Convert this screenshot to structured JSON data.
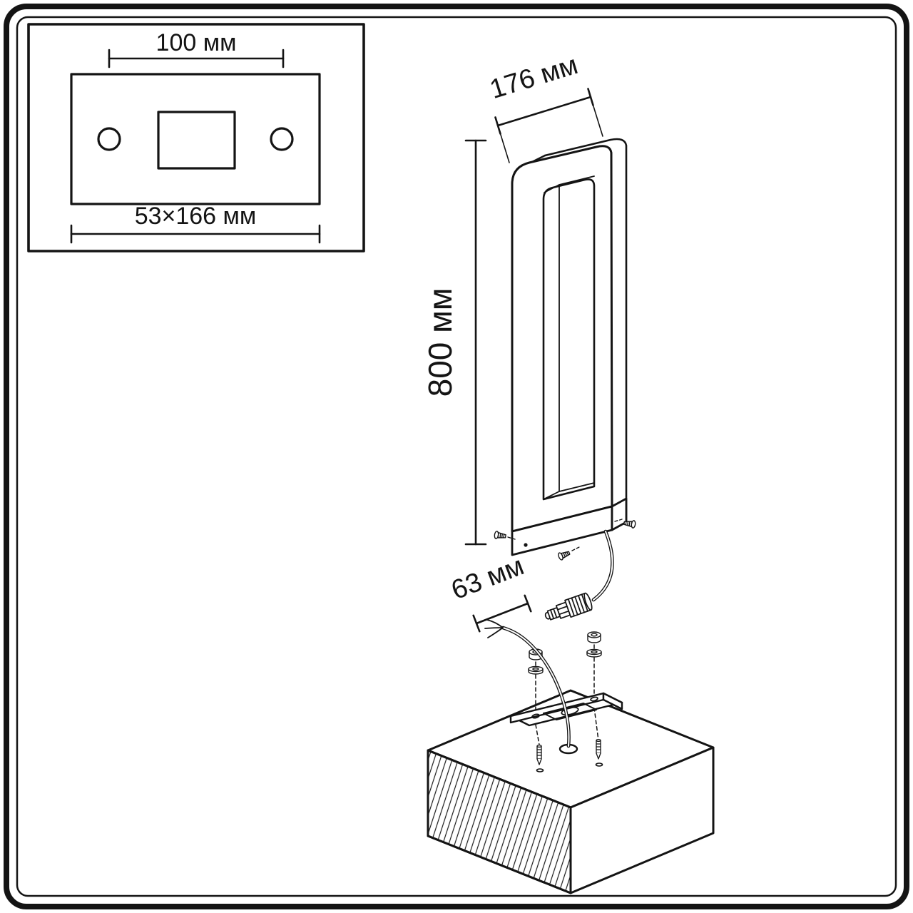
{
  "drawing": {
    "inset_view": {
      "width_dim": "100 мм",
      "plate_dim": "53×166 мм"
    },
    "main_view": {
      "width_dim": "176 мм",
      "height_dim": "800 мм",
      "gland_dim": "63 мм"
    },
    "colors": {
      "line": "#141414",
      "background": "#ffffff"
    }
  }
}
